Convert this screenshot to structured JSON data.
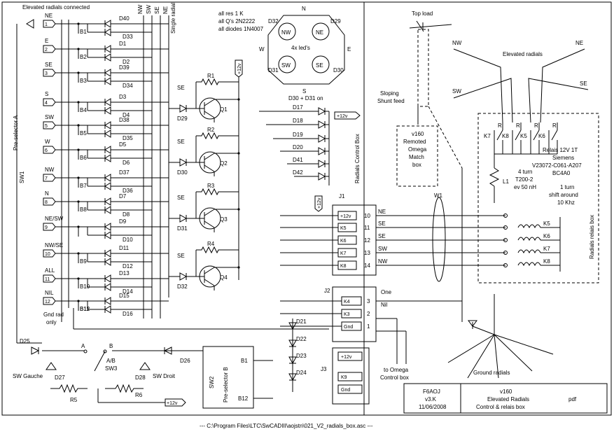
{
  "header": {
    "elevated_radials_connected": "Elevated radials connected",
    "pre_selector_a": "Pre-selector A",
    "sw1": "SW1",
    "notes": [
      "all res 1 K",
      "all Q's 2N2222",
      "all diodes 1N4007"
    ],
    "switch_cols": [
      "NW",
      "SW",
      "SE",
      "NE"
    ],
    "single_radial": "Single radial"
  },
  "compass": {
    "n": "N",
    "e": "E",
    "s": "S",
    "w": "W",
    "nw": "NW",
    "ne": "NE",
    "sw": "SW",
    "se": "SE",
    "d32": "D32",
    "d29": "D29",
    "d31": "D31",
    "d30": "D30",
    "leds": "4x led's",
    "d30_d31": "D30 + D31 on"
  },
  "inputs": [
    {
      "pin": "1",
      "label": "NE",
      "relay": "B1",
      "d1": "D40",
      "d2": "D33"
    },
    {
      "pin": "2",
      "label": "E",
      "relay": "B2",
      "d1": "D1",
      "d2": "D2"
    },
    {
      "pin": "3",
      "label": "SE",
      "relay": "B3",
      "d1": "D39",
      "d2": "D34"
    },
    {
      "pin": "4",
      "label": "S",
      "relay": "B4",
      "d1": "D3",
      "d2": "D4"
    },
    {
      "pin": "5",
      "label": "SW",
      "relay": "B5",
      "d1": "D38",
      "d2": "D35"
    },
    {
      "pin": "6",
      "label": "W",
      "relay": "B6",
      "d1": "D5",
      "d2": "D6"
    },
    {
      "pin": "7",
      "label": "NW",
      "relay": "B7",
      "d1": "D37",
      "d2": "D36"
    },
    {
      "pin": "8",
      "label": "N",
      "relay": "B8",
      "d1": "D7",
      "d2": "D8"
    },
    {
      "pin": "9",
      "label": "NE/SW",
      "relay": "",
      "d1": "D9",
      "d2": "D10"
    },
    {
      "pin": "10",
      "label": "NW/SE",
      "relay": "B9",
      "d1": "D11",
      "d2": "D12"
    },
    {
      "pin": "11",
      "label": "ALL",
      "relay": "B10",
      "d1": "D13",
      "d2": "D14"
    },
    {
      "pin": "12",
      "label": "NIL",
      "relay": "B11",
      "d1": "D15",
      "d2": "D16"
    }
  ],
  "b12": "B12",
  "gnd_rad_only": [
    "Gnd rad",
    "only"
  ],
  "drivers": [
    {
      "se": "SE",
      "r": "R1",
      "q": "Q1",
      "led": "D29"
    },
    {
      "se": "SE",
      "r": "R2",
      "q": "Q2",
      "led": "D30"
    },
    {
      "se": "SE",
      "r": "R3",
      "q": "Q3",
      "led": "D31"
    },
    {
      "se": "SE",
      "r": "R4",
      "q": "Q4",
      "led": "D32"
    }
  ],
  "plus12v": "+12v",
  "diodes_right": [
    "D17",
    "D18",
    "D19",
    "D20",
    "D41",
    "D42"
  ],
  "radials_control_box": "Radials Control Box",
  "j1": {
    "name": "J1",
    "rows": [
      {
        "label": "+12v",
        "pin": "10",
        "out": "NE"
      },
      {
        "label": "K5",
        "pin": "11",
        "out": "SE"
      },
      {
        "label": "K6",
        "pin": "12",
        "out": "SE"
      },
      {
        "label": "K7",
        "pin": "13",
        "out": "SW"
      },
      {
        "label": "K8",
        "pin": "14",
        "out": "NW"
      }
    ]
  },
  "w1": "W1",
  "j2": {
    "name": "J2",
    "rows": [
      {
        "label": "K4",
        "pin": "3",
        "out": "One"
      },
      {
        "label": "K3",
        "pin": "2",
        "out": "Nil"
      },
      {
        "label": "Gnd",
        "pin": "1",
        "out": ""
      }
    ]
  },
  "j3": {
    "name": "J3",
    "rows": [
      "+12v",
      "K9",
      "Gnd"
    ]
  },
  "to_omega": [
    "to Omega",
    "Control box"
  ],
  "lower_diodes": [
    "D21",
    "D22",
    "D23",
    "D24"
  ],
  "switches": {
    "d25": "D25",
    "a": "A",
    "b": "B",
    "ab": "A/B",
    "sw3": "SW3",
    "d26": "D26",
    "d27": "D27",
    "d28": "D28",
    "sw_gauche": "SW Gauche",
    "sw_droit": "SW Droit",
    "r5": "R5",
    "r6": "R6",
    "plus12v": "+12v"
  },
  "preselector_b": {
    "sw2": "SW2",
    "name": "Pre-selector B",
    "b1": "B1",
    "b12": "B12"
  },
  "antenna": {
    "top_load": "Top load",
    "sloping": [
      "Sloping",
      "Shunt feed"
    ],
    "match_box": [
      "v160",
      "Remoted",
      "Omega",
      "Match",
      "box"
    ],
    "nw": "NW",
    "ne": "NE",
    "sw": "SW",
    "se": "SE",
    "elevated_radials": "Elevated radials",
    "ground_radials": "Ground radials"
  },
  "relays_box": {
    "r": "R",
    "k_top": [
      "K7",
      "K8",
      "K5",
      "K6"
    ],
    "relais": [
      "Relais 12V 1T",
      "Siemens",
      "V23072-C061-A207",
      "BC4A0"
    ],
    "l1": "L1",
    "coil": [
      "4 turn",
      "T200-2",
      "ev 50 nH"
    ],
    "shift": [
      "1 turn",
      "shift around",
      "10 Khz"
    ],
    "k_right": [
      "K5",
      "K6",
      "K7",
      "K8"
    ],
    "title": "Radials relais box"
  },
  "title_block": {
    "author": "F6AOJ",
    "version": "v3.K",
    "date": "11/06/2008",
    "project": "v160",
    "desc1": "Elevated Radials",
    "desc2": "Control & relais box",
    "pdf": "pdf"
  },
  "footer": "--- C:\\Program Files\\LTC\\SwCADIII\\aojstn\\021_V2_radials_box.asc ---"
}
